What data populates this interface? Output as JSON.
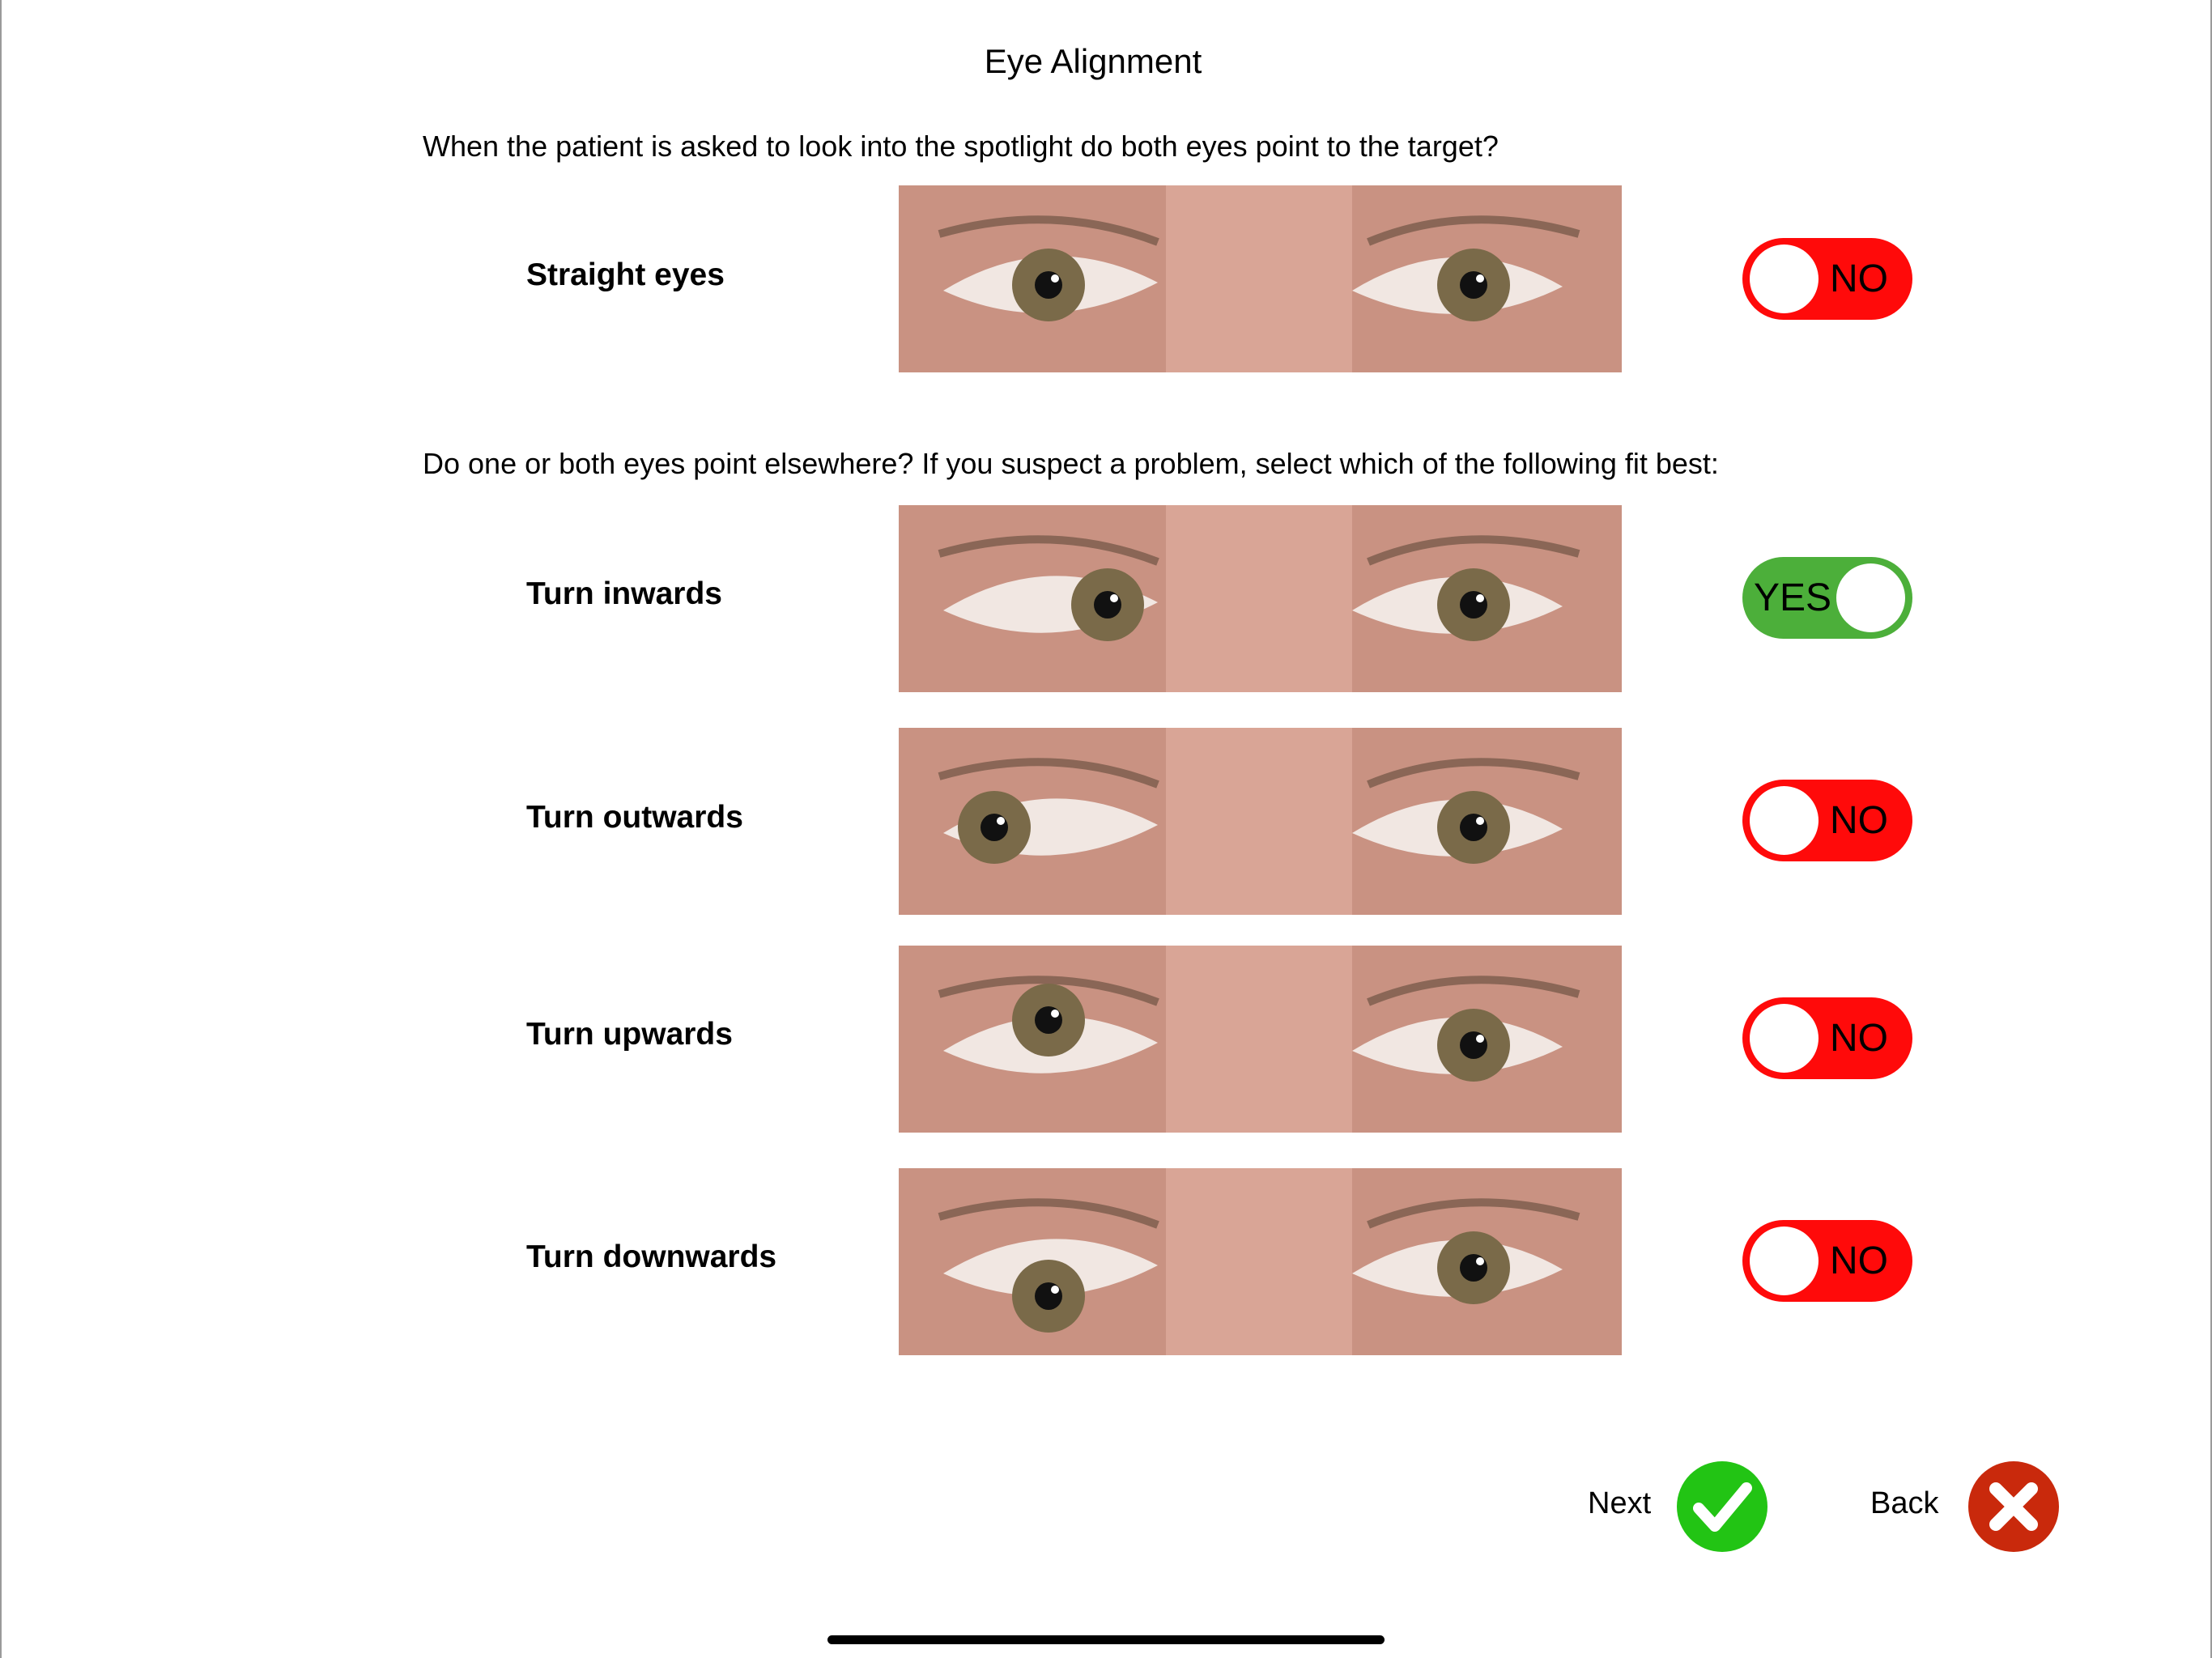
{
  "page": {
    "title": "Eye Alignment",
    "question_1": "When the patient is asked to look into the spotlight do both eyes point to the target?",
    "question_2": "Do one or both eyes point elsewhere? If you suspect a problem, select which of the following fit best:"
  },
  "rows": [
    {
      "label": "Straight eyes",
      "photo": "eyes-straight-photo",
      "toggle": {
        "state": "off",
        "text": "NO"
      }
    },
    {
      "label": "Turn inwards",
      "photo": "eyes-turn-inwards-photo",
      "toggle": {
        "state": "on",
        "text": "YES"
      }
    },
    {
      "label": "Turn outwards",
      "photo": "eyes-turn-outwards-photo",
      "toggle": {
        "state": "off",
        "text": "NO"
      }
    },
    {
      "label": "Turn upwards",
      "photo": "eyes-turn-upwards-photo",
      "toggle": {
        "state": "off",
        "text": "NO"
      }
    },
    {
      "label": "Turn downwards",
      "photo": "eyes-turn-downwards-photo",
      "toggle": {
        "state": "off",
        "text": "NO"
      }
    }
  ],
  "nav": {
    "next_label": "Next",
    "next_icon": "check-icon",
    "back_label": "Back",
    "back_icon": "close-icon"
  },
  "colors": {
    "toggle_off": "#ff0a0a",
    "toggle_on": "#4caf3a",
    "next_button": "#22c414",
    "back_button": "#c9290c"
  }
}
